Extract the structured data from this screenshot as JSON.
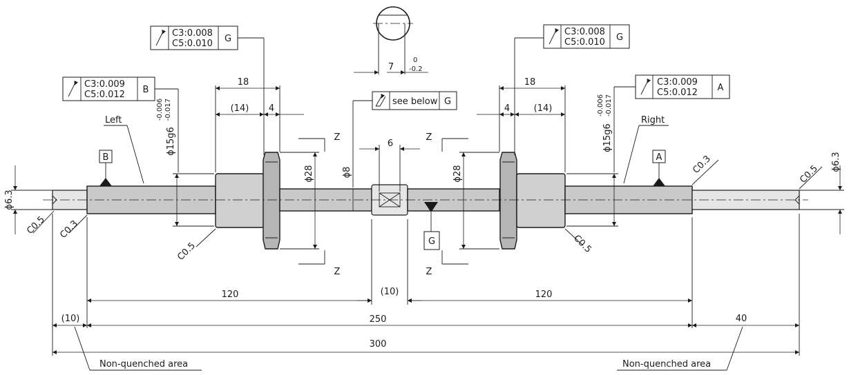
{
  "labels": {
    "left": "Left",
    "right": "Right",
    "non_quenched_left": "Non-quenched area",
    "non_quenched_right": "Non-quenched area",
    "see_below": "see below"
  },
  "fcf": {
    "top_left": {
      "line1": "C3:0.008",
      "line2": "C5:0.010",
      "datum": "G"
    },
    "top_right": {
      "line1": "C3:0.008",
      "line2": "C5:0.010",
      "datum": "G"
    },
    "mid_left": {
      "line1": "C3:0.009",
      "line2": "C5:0.012",
      "datum": "B"
    },
    "mid_right": {
      "line1": "C3:0.009",
      "line2": "C5:0.012",
      "datum": "A"
    },
    "center_datum": "G"
  },
  "datums": {
    "left": "B",
    "right": "A",
    "center": "G"
  },
  "dimensions": {
    "d_300": "300",
    "d_250": "250",
    "d_10_left": "(10)",
    "d_40": "40",
    "d_120_left": "120",
    "d_120_right": "120",
    "d_10_center": "(10)",
    "d_18_left": "18",
    "d_18_right": "18",
    "d_14_left": "(14)",
    "d_14_right": "(14)",
    "d_4_left": "4",
    "d_4_right": "4",
    "d_6": "6",
    "d_7": "7",
    "d_7_upper": "0",
    "d_7_lower": "-0.2",
    "dia_8": "ϕ8",
    "dia_28_left": "ϕ28",
    "dia_28_right": "ϕ28",
    "dia_15_left": "ϕ15g6",
    "dia_15_right": "ϕ15g6",
    "tol_upper": "-0.006",
    "tol_lower": "-0.017",
    "dia_63_left": "ϕ6.3",
    "dia_63_right": "ϕ6.3",
    "c05_far_left": "C0.5",
    "c03_left": "C0.3",
    "c05_left_inner": "C0.5",
    "c05_right_inner": "C0.5",
    "c03_right": "C0.3",
    "c05_far_right": "C0.5"
  },
  "section_marks": {
    "z1": "Z",
    "z2": "Z",
    "z3": "Z",
    "z4": "Z"
  }
}
